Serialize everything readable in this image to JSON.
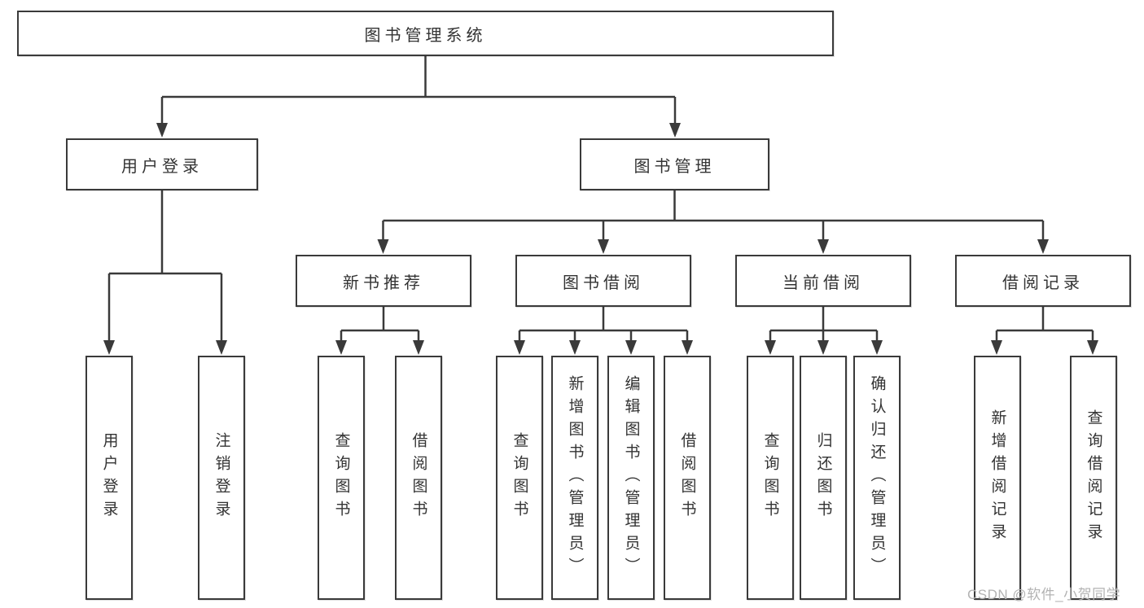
{
  "diagram_title": "图书管理系统",
  "colors": {
    "line": "#3a3a3a",
    "text": "#333333",
    "box_background": "#ffffff",
    "watermark": "#b3b3b3"
  },
  "tree": {
    "label": "图书管理系统",
    "children": [
      {
        "label": "用户登录",
        "children": [
          {
            "label": "用户登录"
          },
          {
            "label": "注销登录"
          }
        ]
      },
      {
        "label": "图书管理",
        "children": [
          {
            "label": "新书推荐",
            "children": [
              {
                "label": "查询图书"
              },
              {
                "label": "借阅图书"
              }
            ]
          },
          {
            "label": "图书借阅",
            "children": [
              {
                "label": "查询图书"
              },
              {
                "label": "新增图书（管理员）"
              },
              {
                "label": "编辑图书（管理员）"
              },
              {
                "label": "借阅图书"
              }
            ]
          },
          {
            "label": "当前借阅",
            "children": [
              {
                "label": "查询图书"
              },
              {
                "label": "归还图书"
              },
              {
                "label": "确认归还（管理员）"
              }
            ]
          },
          {
            "label": "借阅记录",
            "children": [
              {
                "label": "新增借阅记录"
              },
              {
                "label": "查询借阅记录"
              }
            ]
          }
        ]
      }
    ]
  },
  "watermark": {
    "text": "CSDN @软件_小贺同学"
  }
}
